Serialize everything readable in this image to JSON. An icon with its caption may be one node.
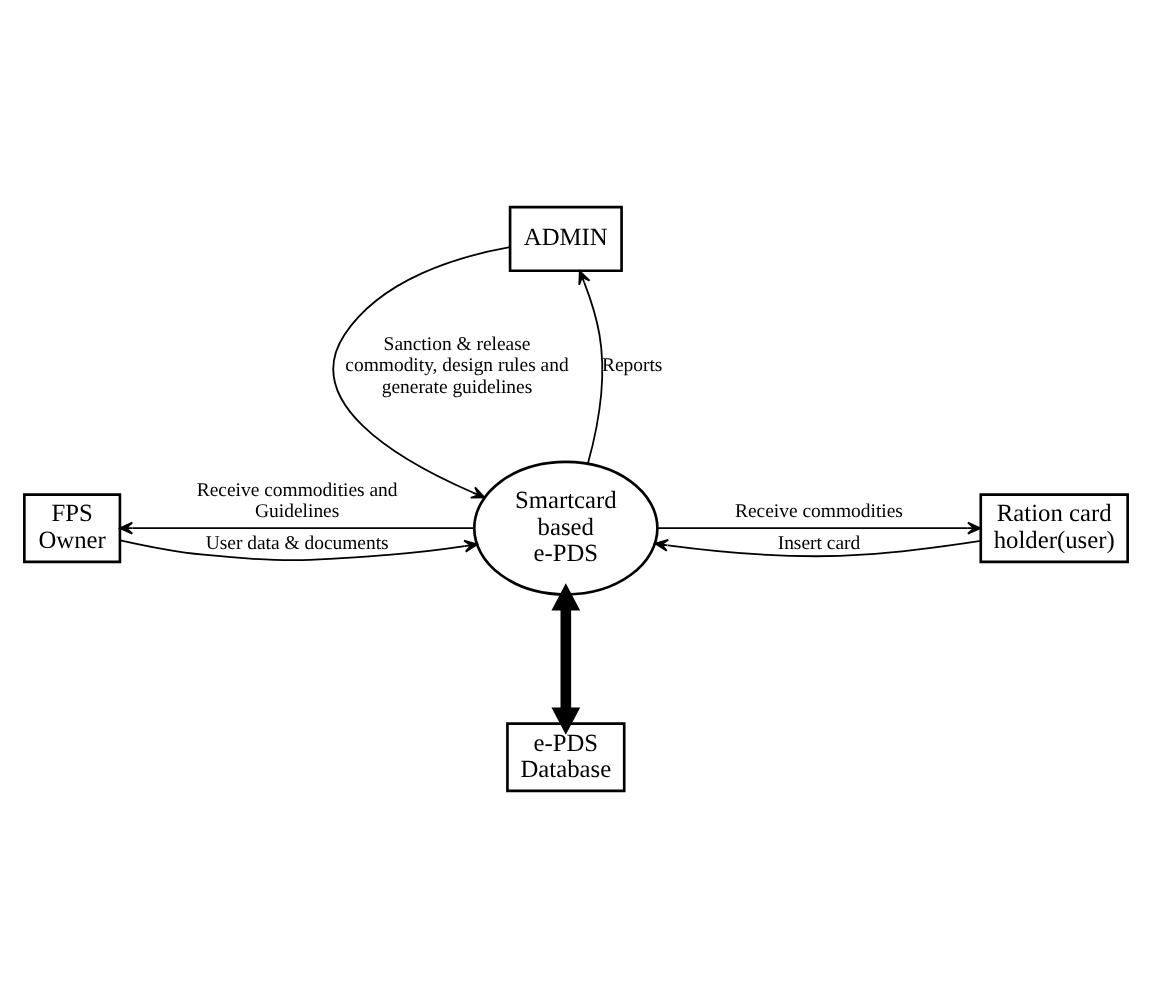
{
  "diagram": {
    "nodes": [
      {
        "text": [
          "ADMIN"
        ]
      },
      {
        "text": [
          "FPS Owner"
        ]
      },
      {
        "text": [
          "Smartcard based e-PDS"
        ]
      },
      {
        "text": [
          "Ration card holder(user)"
        ]
      },
      {
        "text": [
          "e-PDS Database"
        ]
      }
    ],
    "edges": [
      {
        "from": 0,
        "to": 2,
        "arrow": "to",
        "label": "Sanction & release commodity, design rules and generate guidelines"
      },
      {
        "from": 2,
        "to": 0,
        "arrow": "to",
        "label": "Reports"
      },
      {
        "from": 2,
        "to": 1,
        "arrow": "to",
        "label": "Receive commodities and Guidelines"
      },
      {
        "from": 1,
        "to": 2,
        "arrow": "to",
        "label": "User data & documents"
      },
      {
        "from": 2,
        "to": 3,
        "arrow": "to",
        "label": "Receive commodities"
      },
      {
        "from": 3,
        "to": 2,
        "arrow": "to",
        "label": "Insert card"
      },
      {
        "from": 2,
        "to": 4,
        "arrow": "both",
        "style": "thick"
      }
    ]
  }
}
